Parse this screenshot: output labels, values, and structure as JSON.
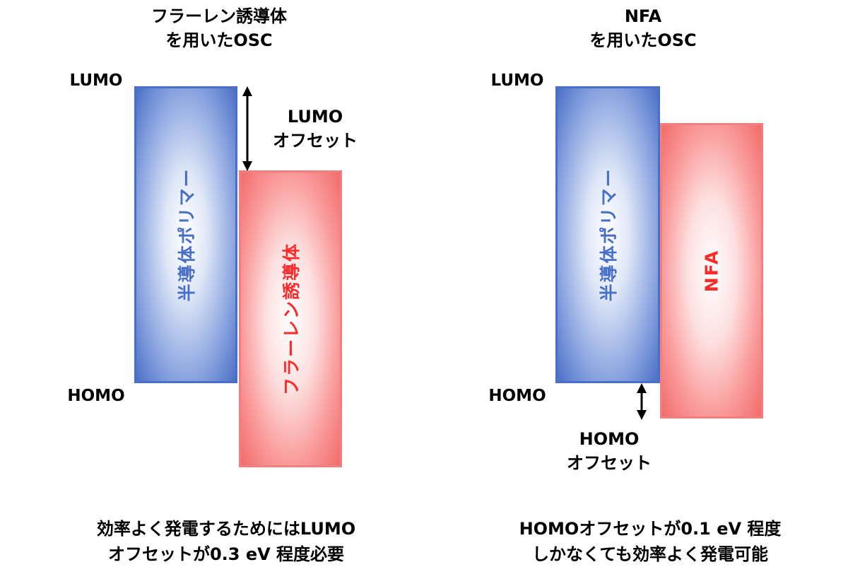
{
  "left": {
    "title_line1": "フラーレン誘導体",
    "title_line2": "を用いたOSC",
    "lumo_label": "LUMO",
    "homo_label": "HOMO",
    "donor_label": "半導体ポリマー",
    "acceptor_label": "フラーレン誘導体",
    "offset_line1": "LUMO",
    "offset_line2": "オフセット",
    "caption_line1": "効率よく発電するためにはLUMO",
    "caption_line2": "オフセットが0.3 eV 程度必要"
  },
  "right": {
    "title_line1": "NFA",
    "title_line2": "を用いたOSC",
    "lumo_label": "LUMO",
    "homo_label": "HOMO",
    "donor_label": "半導体ポリマー",
    "acceptor_label": "NFA",
    "offset_line1": "HOMO",
    "offset_line2": "オフセット",
    "caption_line1": "HOMOオフセットが0.1 eV 程度",
    "caption_line2": "しかなくても効率よく発電可能"
  },
  "colors": {
    "donor": "#4a6fc6",
    "acceptor": "#f26b6b",
    "acceptor_text": "#ff2a2a"
  }
}
